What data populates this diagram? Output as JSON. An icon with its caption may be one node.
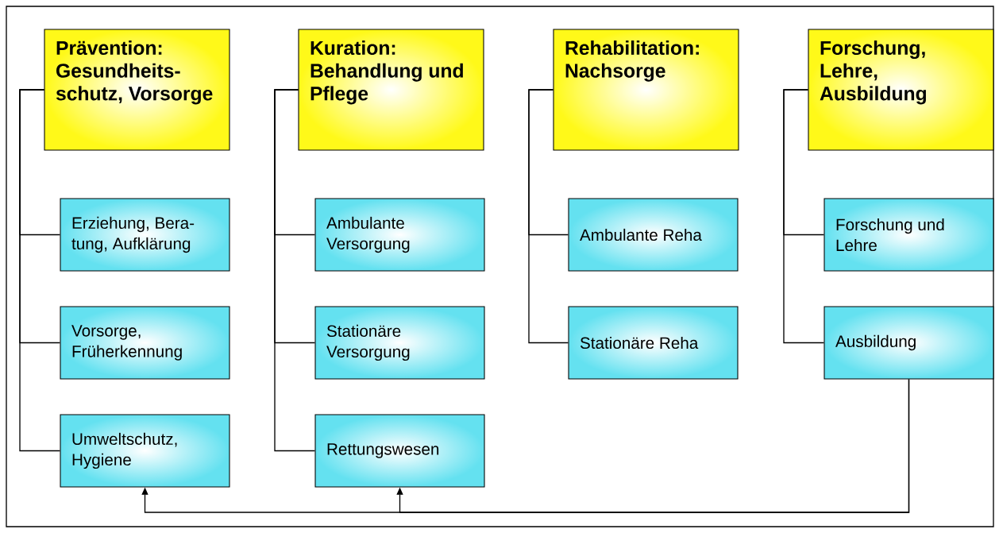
{
  "diagram": {
    "nodes": [
      {
        "text": [
          "Prävention: Gesundheits- schutz, Vorsorge"
        ]
      },
      {
        "text": [
          "Kuration: Behandlung und Pflege"
        ]
      },
      {
        "text": [
          "Rehabilitation: Nachsorge"
        ]
      },
      {
        "text": [
          "Forschung, Lehre, Ausbildung"
        ]
      },
      {
        "text": [
          "Erziehung, Bera- tung, Aufklärung"
        ]
      },
      {
        "text": [
          "Vorsorge, Früherkennung"
        ]
      },
      {
        "text": [
          "Umweltschutz, Hygiene"
        ]
      },
      {
        "text": [
          "Ambulante Versorgung"
        ]
      },
      {
        "text": [
          "Stationäre Versorgung"
        ]
      },
      {
        "text": [
          "Rettungswesen"
        ]
      },
      {
        "text": [
          "Ambulante Reha"
        ]
      },
      {
        "text": [
          "Stationäre Reha"
        ]
      },
      {
        "text": [
          "Forschung und Lehre"
        ]
      },
      {
        "text": [
          "Ausbildung"
        ]
      }
    ],
    "edges": [
      {
        "from": 0,
        "to": 4,
        "arrow": "none"
      },
      {
        "from": 0,
        "to": 5,
        "arrow": "none"
      },
      {
        "from": 0,
        "to": 6,
        "arrow": "none"
      },
      {
        "from": 1,
        "to": 7,
        "arrow": "none"
      },
      {
        "from": 1,
        "to": 8,
        "arrow": "none"
      },
      {
        "from": 1,
        "to": 9,
        "arrow": "none"
      },
      {
        "from": 2,
        "to": 10,
        "arrow": "none"
      },
      {
        "from": 2,
        "to": 11,
        "arrow": "none"
      },
      {
        "from": 3,
        "to": 12,
        "arrow": "none"
      },
      {
        "from": 3,
        "to": 13,
        "arrow": "none"
      },
      {
        "from": 13,
        "to": 9,
        "arrow": "to"
      },
      {
        "from": 13,
        "to": 6,
        "arrow": "to"
      }
    ]
  }
}
